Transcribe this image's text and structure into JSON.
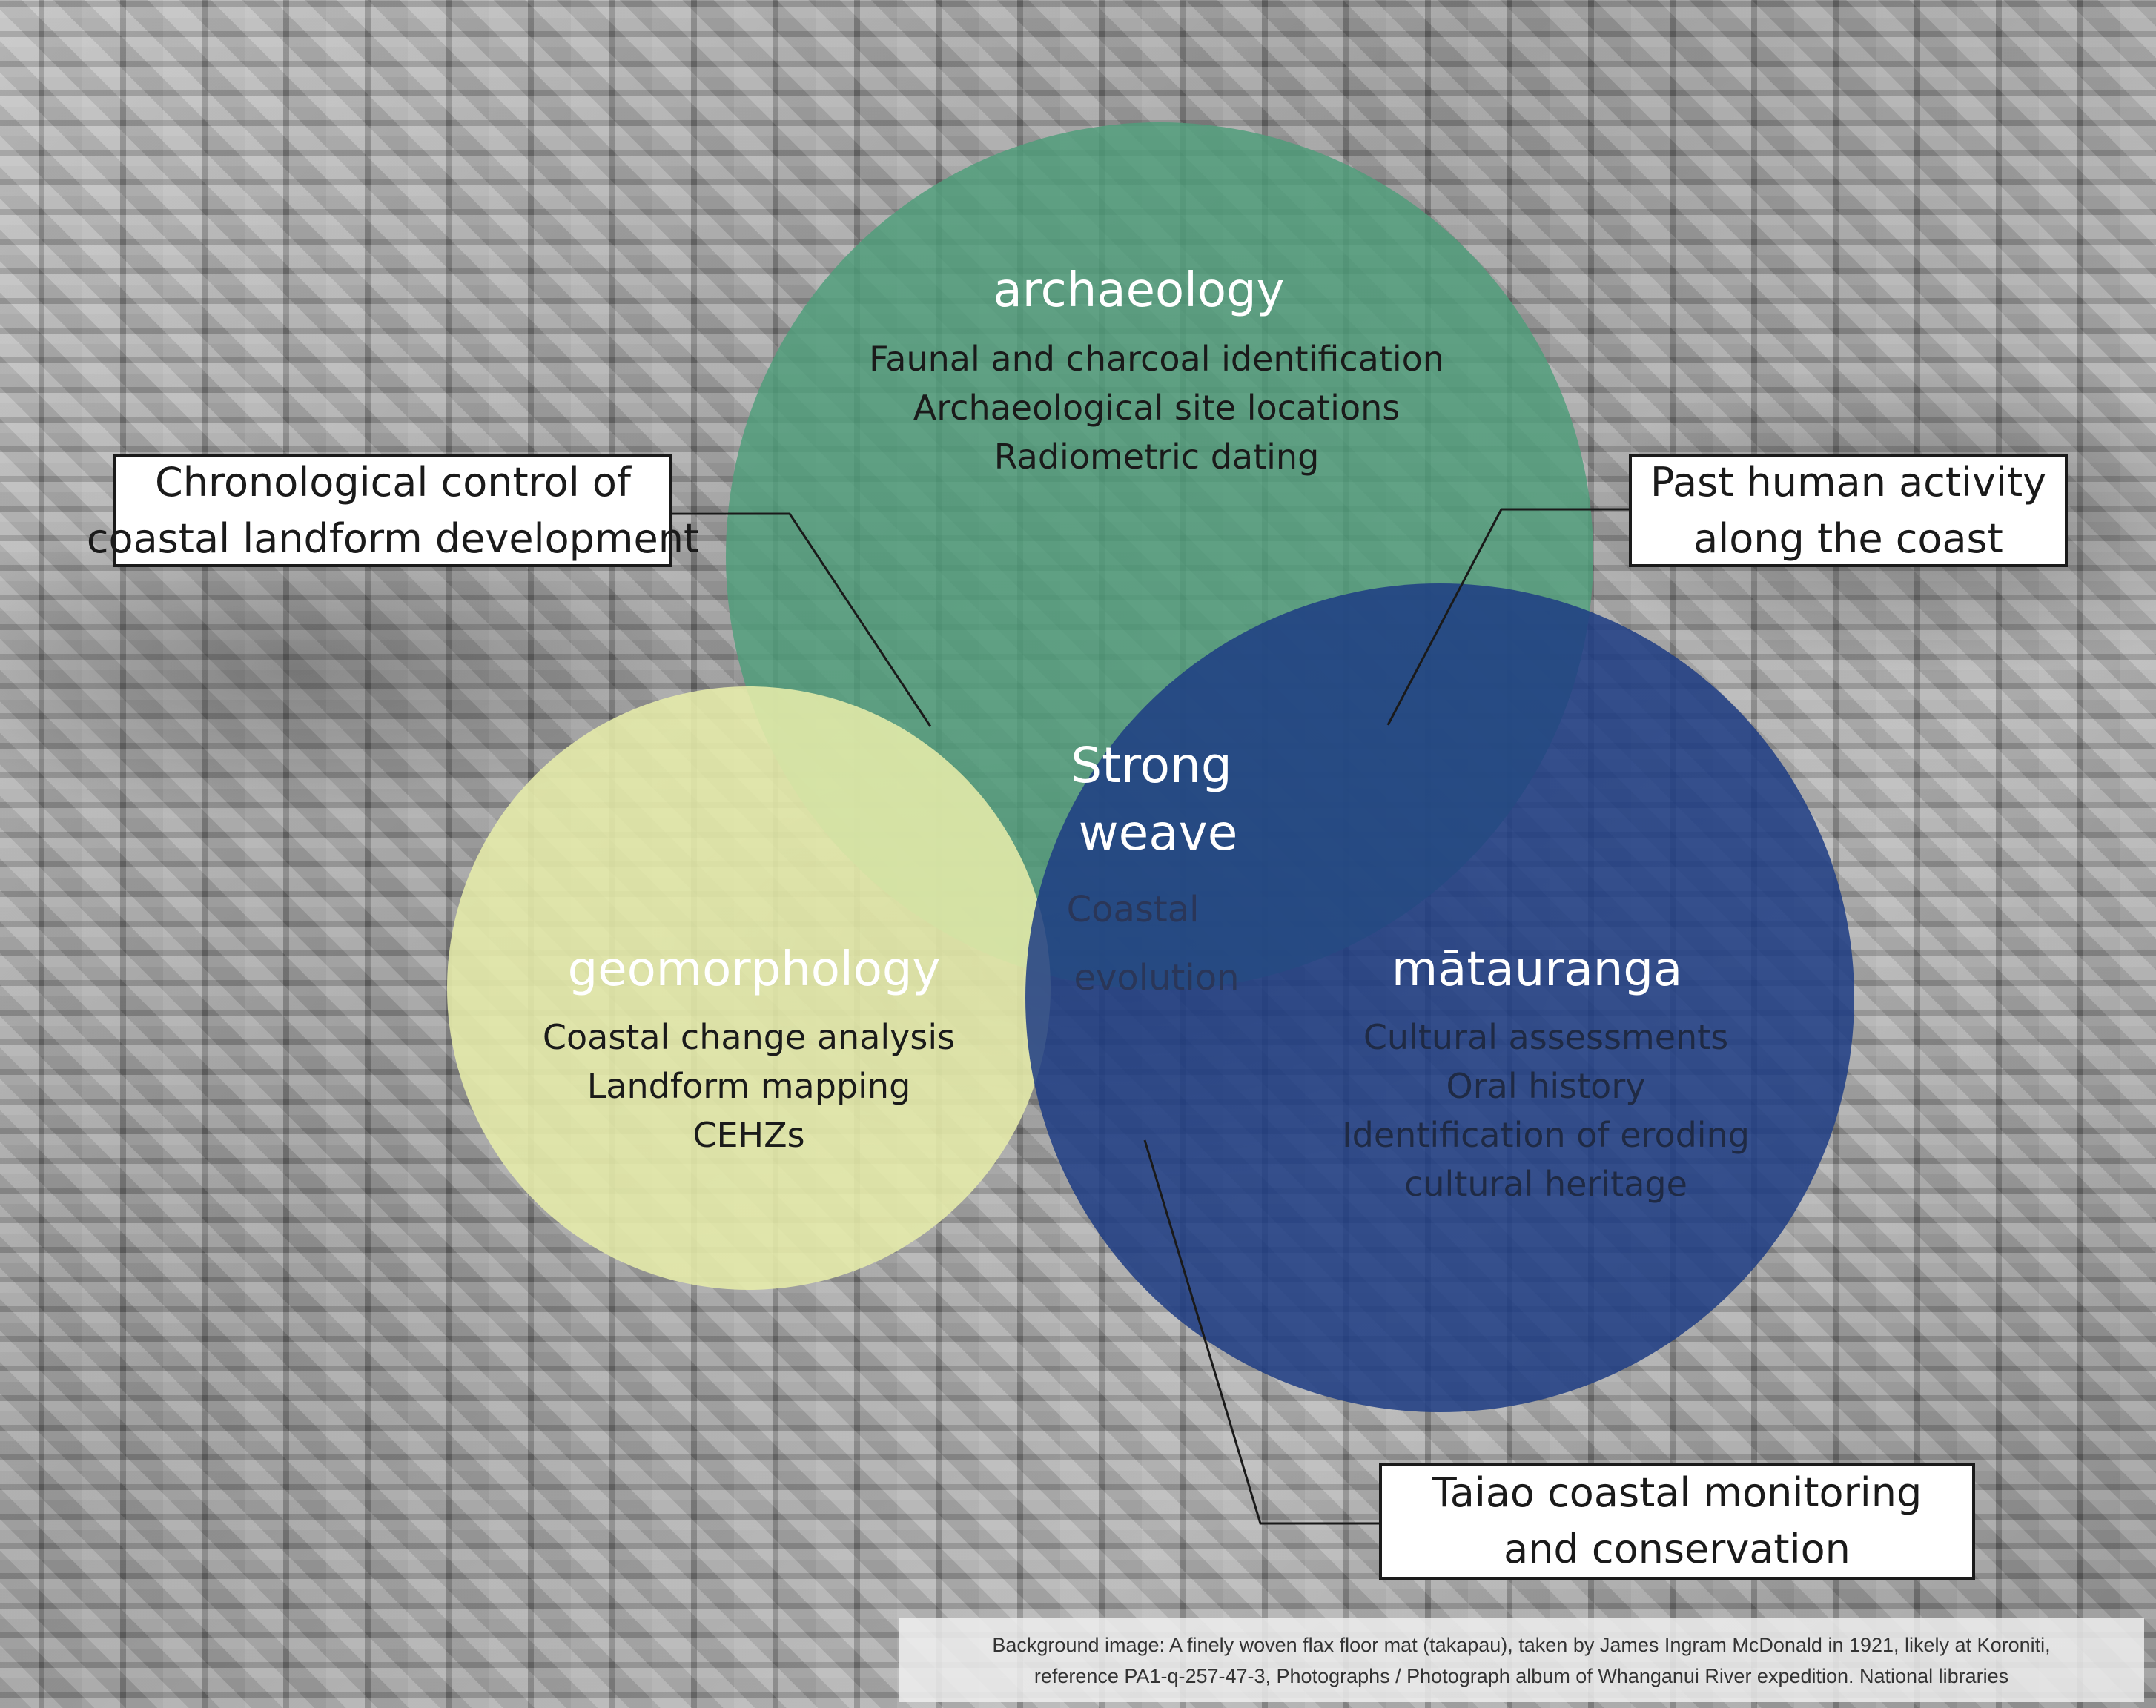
{
  "colors": {
    "archaeology": "#4e9e7a",
    "geomorphology": "#e6ecaa",
    "matauranga": "#1d3c84",
    "background": "#8a8a8a"
  },
  "circles": {
    "archaeology": {
      "title": "archaeology",
      "items": [
        "Faunal and charcoal identification",
        "Archaeological site locations",
        "Radiometric dating"
      ]
    },
    "geomorphology": {
      "title": "geomorphology",
      "items": [
        "Coastal change analysis",
        "Landform mapping",
        "CEHZs"
      ]
    },
    "matauranga": {
      "title": "mātauranga",
      "items": [
        "Cultural assessments",
        "Oral history",
        "Identification of eroding",
        "cultural heritage"
      ]
    }
  },
  "center": {
    "title_lines": [
      "Strong",
      "weave"
    ],
    "sub_lines": [
      "Coastal",
      "evolution"
    ]
  },
  "callouts": {
    "chronological": [
      "Chronological control of",
      "coastal landform development"
    ],
    "past_human": [
      "Past human activity",
      "along the coast"
    ],
    "taiao": [
      "Taiao coastal monitoring",
      "and conservation"
    ]
  },
  "caption": {
    "line1": "Background image: A finely woven flax floor mat (takapau), taken by James Ingram McDonald in 1921, likely at Koroniti,",
    "line2": "reference PA1-q-257-47-3, Photographs / Photograph album of Whanganui River expedition. National libraries"
  }
}
